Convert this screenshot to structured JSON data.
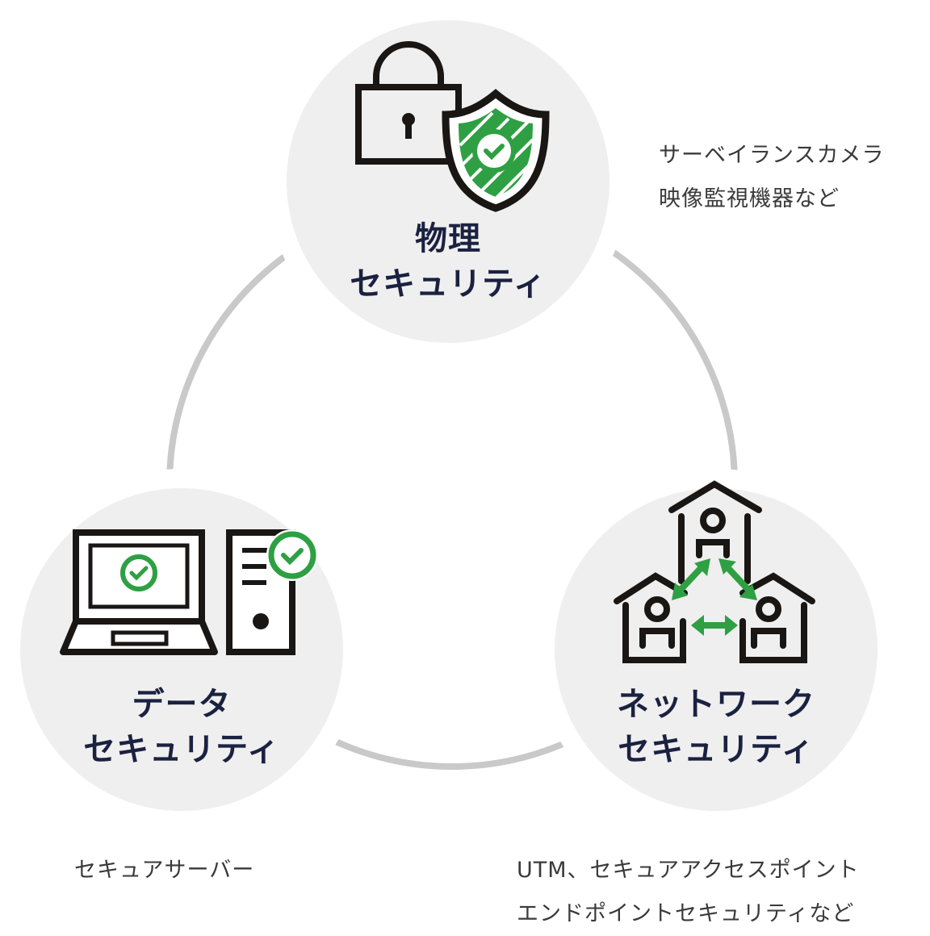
{
  "nodes": [
    {
      "title_line1": "物理",
      "title_line2": "セキュリティ",
      "note_lines": [
        "サーベイランスカメラ",
        "映像監視機器など"
      ]
    },
    {
      "title_line1": "データ",
      "title_line2": "セキュリティ",
      "note_lines": [
        "セキュアサーバー"
      ]
    },
    {
      "title_line1": "ネットワーク",
      "title_line2": "セキュリティ",
      "note_lines": [
        "UTM、セキュアアクセスポイント",
        "エンドポイントセキュリティなど"
      ]
    }
  ],
  "colors": {
    "ring": "#c9c9c9",
    "circle": "#efefef",
    "accent": "#2ea043",
    "title": "#1b2140",
    "icon": "#1a1614"
  }
}
